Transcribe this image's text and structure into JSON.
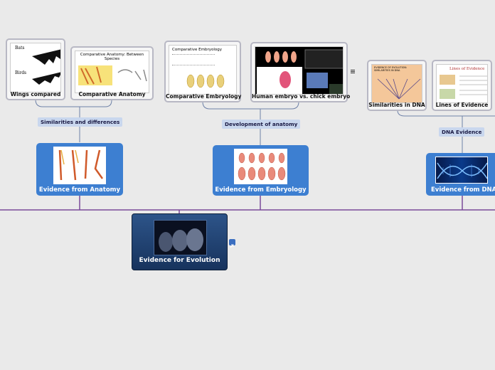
{
  "central": {
    "label": "Evidence for Evolution"
  },
  "branches": [
    {
      "label": "Evidence from Anatomy",
      "connector": "Similarities and differences",
      "cards": [
        "Wings compared",
        "Comparative Anatomy"
      ]
    },
    {
      "label": "Evidence from Embryology",
      "connector": "Development of anatomy",
      "cards": [
        "Comparative Embryology",
        "Human embryo vs. chick embryo"
      ]
    },
    {
      "label": "Evidence from DNA",
      "connector": "DNA Evidence",
      "cards": [
        "Similarities in DNA",
        "Lines of Evidence"
      ]
    }
  ],
  "thumb_text": {
    "wings_bats": "Bats",
    "wings_birds": "Birds",
    "comp_anatomy_title": "Comparative Anatomy: Between Species",
    "comp_embryology_title": "Comparative Embryology",
    "dna_slide_title": "EVIDENCE OF EVOLUTION: SIMILARITIES IN DNA",
    "lines_title": "Lines of Evidence"
  },
  "icons": [
    "link-icon",
    "note-icon"
  ],
  "colors": {
    "branch_line": "#7a4a9a",
    "node_blue": "#3d7fd1",
    "central_dark": "#17335d",
    "connector_bg": "#c9d7ee"
  }
}
